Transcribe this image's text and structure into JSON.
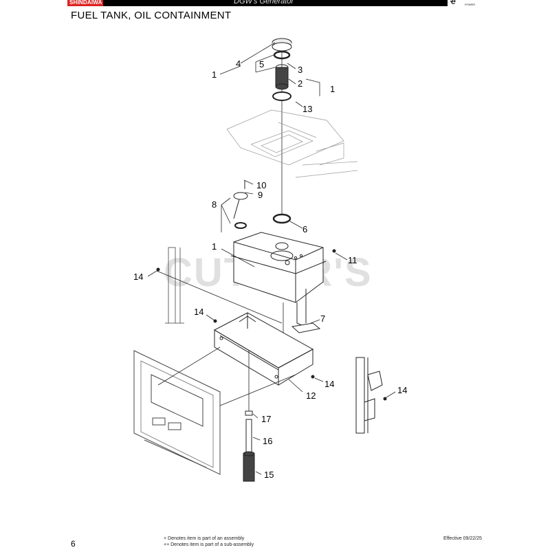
{
  "header": {
    "brand": "SHINDAIWA",
    "doc_title": "DGW's Generator",
    "logo": "POWER"
  },
  "page_title": "FUEL TANK, OIL CONTAINMENT",
  "watermark": "CUTLER'S",
  "callouts": [
    {
      "id": "c1a",
      "label": "1"
    },
    {
      "id": "c4",
      "label": "4"
    },
    {
      "id": "c5",
      "label": "5"
    },
    {
      "id": "c3",
      "label": "3"
    },
    {
      "id": "c2",
      "label": "2"
    },
    {
      "id": "c1b",
      "label": "1"
    },
    {
      "id": "c13",
      "label": "13"
    },
    {
      "id": "c10",
      "label": "10"
    },
    {
      "id": "c9",
      "label": "9"
    },
    {
      "id": "c8",
      "label": "8"
    },
    {
      "id": "c6",
      "label": "6"
    },
    {
      "id": "c1c",
      "label": "1"
    },
    {
      "id": "c11",
      "label": "11"
    },
    {
      "id": "c14a",
      "label": "14"
    },
    {
      "id": "c14b",
      "label": "14"
    },
    {
      "id": "c7",
      "label": "7"
    },
    {
      "id": "c12",
      "label": "12"
    },
    {
      "id": "c14c",
      "label": "14"
    },
    {
      "id": "c14d",
      "label": "14"
    },
    {
      "id": "c17",
      "label": "17"
    },
    {
      "id": "c16",
      "label": "16"
    },
    {
      "id": "c15",
      "label": "15"
    }
  ],
  "footer": {
    "page_number": "6",
    "note1": "+ Denotes item is part of an assembly",
    "note2": "++ Denotes item is part of a sub-assembly",
    "effective": "Effective 09/22/25"
  }
}
